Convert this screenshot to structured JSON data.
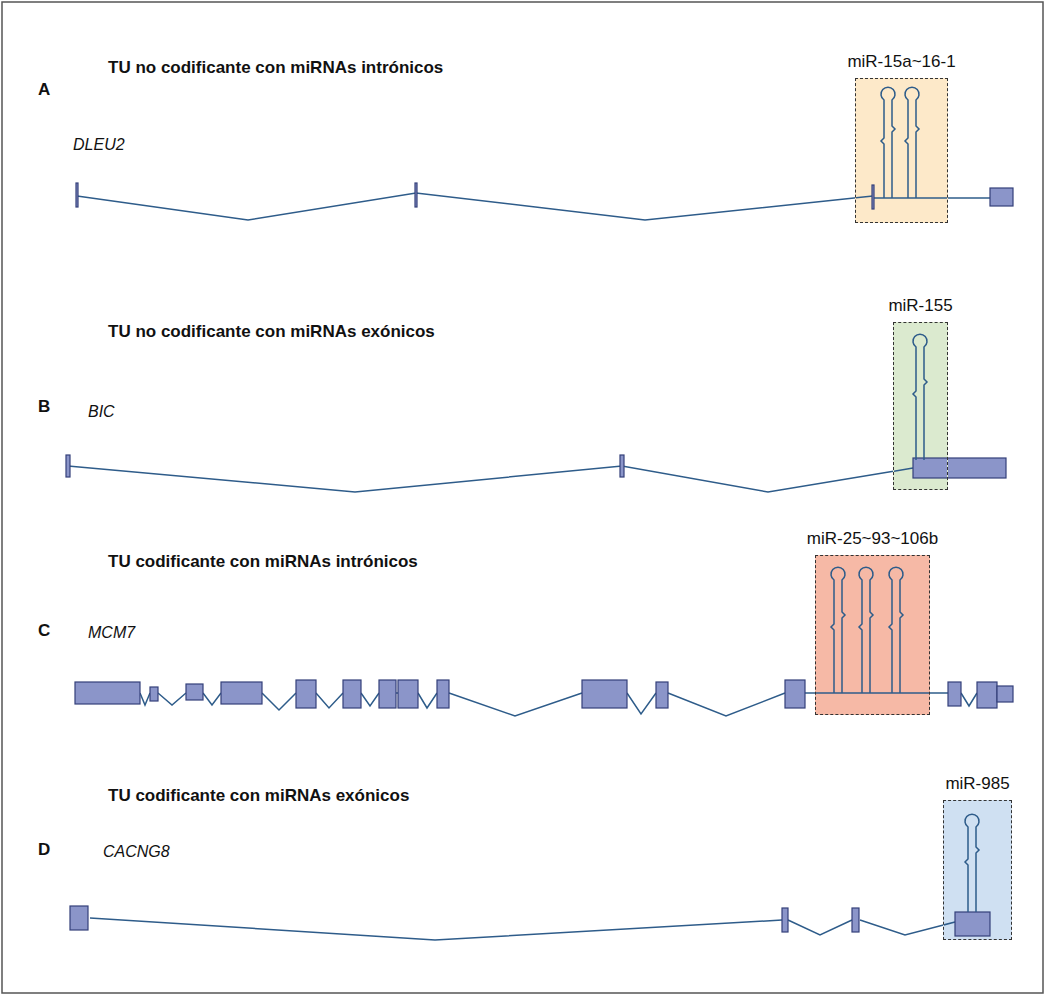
{
  "diagram": {
    "nodes": [
      {
        "text": [
          "miR-15a~16-1"
        ]
      },
      {
        "text": [
          "miR-155"
        ]
      },
      {
        "text": [
          "miR-25~93~106b"
        ]
      },
      {
        "text": [
          "miR-985"
        ]
      }
    ],
    "labels": [
      "TU no codificante con miRNAs intrónicos",
      "A",
      "DLEU2",
      "TU no codificante con miRNAs exónicos",
      "B",
      "BIC",
      "TU codificante con miRNAs intrónicos",
      "C",
      "MCM7",
      "TU codificante con miRNAs exónicos",
      "D",
      "CACNG8"
    ]
  }
}
